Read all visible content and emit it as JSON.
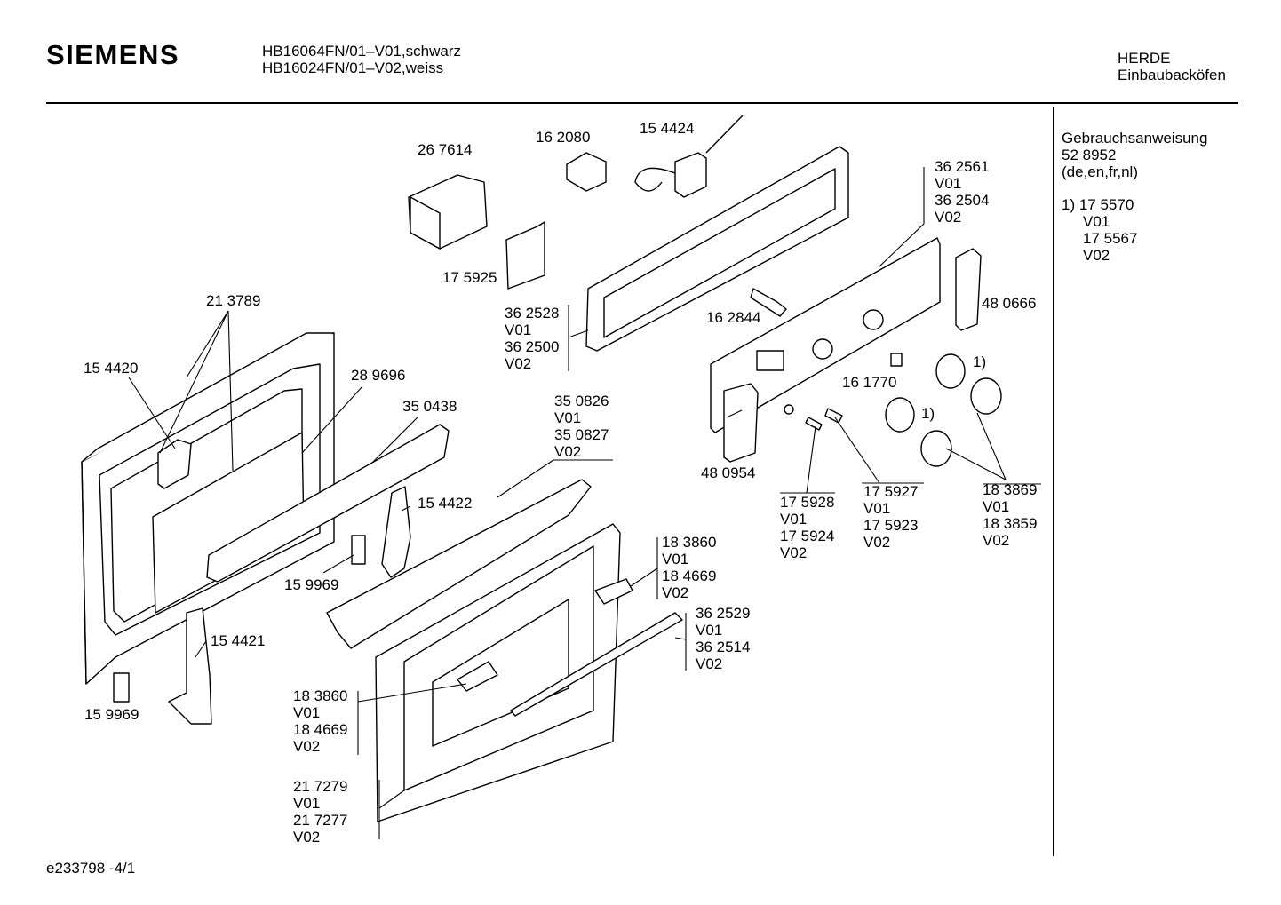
{
  "header": {
    "brand": "SIEMENS",
    "model_lines": [
      "HB16064FN/01–V01,schwarz",
      "HB16024FN/01–V02,weiss"
    ],
    "category_lines": [
      "HERDE",
      "Einbaubacköfen"
    ]
  },
  "side_notes": {
    "manual_lines": [
      "Gebrauchsanweisung",
      "52 8952",
      "(de,en,fr,nl)"
    ],
    "footnote_lines": [
      "1)  17 5570",
      "V01",
      "17 5567",
      "V02"
    ]
  },
  "footer": {
    "doc_id": "e233798  -4/1"
  },
  "parts": [
    {
      "id": "p1",
      "lines": [
        "26 7614"
      ]
    },
    {
      "id": "p2",
      "lines": [
        "16 2080"
      ]
    },
    {
      "id": "p3",
      "lines": [
        "15 4424"
      ]
    },
    {
      "id": "p4",
      "lines": [
        "17 5925"
      ]
    },
    {
      "id": "p5",
      "lines": [
        "36 2561",
        "V01",
        "36 2504",
        "V02"
      ]
    },
    {
      "id": "p6",
      "lines": [
        "21 3789"
      ]
    },
    {
      "id": "p7",
      "lines": [
        "36 2528",
        "V01",
        "36 2500",
        "V02"
      ]
    },
    {
      "id": "p8",
      "lines": [
        "16 2844"
      ]
    },
    {
      "id": "p9",
      "lines": [
        "48 0666"
      ]
    },
    {
      "id": "p10",
      "lines": [
        "15 4420"
      ]
    },
    {
      "id": "p11",
      "lines": [
        "28 9696"
      ]
    },
    {
      "id": "p12",
      "lines": [
        "16 1770"
      ]
    },
    {
      "id": "p13",
      "lines": [
        "35 0438"
      ]
    },
    {
      "id": "p14",
      "lines": [
        "35 0826",
        "V01",
        "35 0827",
        "V02"
      ]
    },
    {
      "id": "p15",
      "lines": [
        "1)"
      ]
    },
    {
      "id": "p16",
      "lines": [
        "1)"
      ]
    },
    {
      "id": "p17",
      "lines": [
        "48 0954"
      ]
    },
    {
      "id": "p18",
      "lines": [
        "17 5928",
        "V01",
        "17 5924",
        "V02"
      ]
    },
    {
      "id": "p19",
      "lines": [
        "17 5927",
        "V01",
        "17 5923",
        "V02"
      ]
    },
    {
      "id": "p20",
      "lines": [
        "18 3869",
        "V01",
        "18 3859",
        "V02"
      ]
    },
    {
      "id": "p21",
      "lines": [
        "15 4422"
      ]
    },
    {
      "id": "p22",
      "lines": [
        "18 3860",
        "V01",
        "18 4669",
        "V02"
      ]
    },
    {
      "id": "p23",
      "lines": [
        "15 9969"
      ]
    },
    {
      "id": "p24",
      "lines": [
        "36 2529",
        "V01",
        "36 2514",
        "V02"
      ]
    },
    {
      "id": "p25",
      "lines": [
        "15 4421"
      ]
    },
    {
      "id": "p26",
      "lines": [
        "18 3860",
        "V01",
        "18 4669",
        "V02"
      ]
    },
    {
      "id": "p27",
      "lines": [
        "15 9969"
      ]
    },
    {
      "id": "p28",
      "lines": [
        "21 7279",
        "V01",
        "21 7277",
        "V02"
      ]
    }
  ]
}
